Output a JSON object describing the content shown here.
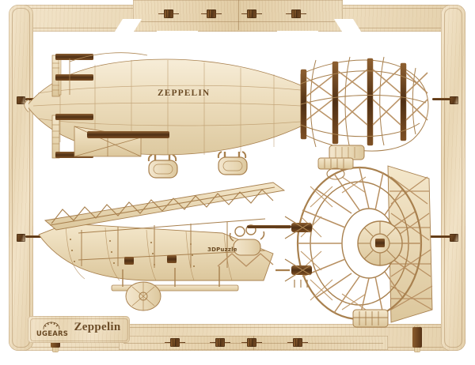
{
  "product": {
    "brand": "UGEARS",
    "model_name": "Zeppelin",
    "hull_engraving": "ZEPPELIN",
    "cabin_engraving": "3DPuzzle",
    "material": "laser-cut plywood",
    "background_color": "#ffffff"
  },
  "colors": {
    "plywood_light": "#f1e2c6",
    "plywood_mid": "#e4d0ab",
    "plywood_dark": "#dcc69c",
    "burnt_edge": "#9e7848",
    "connector_dark": "#5c3a1b",
    "engraving_text": "#6b4a25"
  },
  "frame": {
    "top_plank_tab_count": 4,
    "bottom_plank_tab_count": 4,
    "left_rail_tab_count": 2,
    "right_rail_tab_count": 2,
    "corner_style": "rounded"
  },
  "label_plate": {
    "logo_name": "UGEARS",
    "logo_icon": "gear-icon",
    "title": "Zeppelin"
  },
  "parts": [
    {
      "id": "airship-envelope",
      "label": "Zeppelin airship envelope with engraved name"
    },
    {
      "id": "airship-tail-lattice",
      "label": "Open truss tail framework"
    },
    {
      "id": "gondola",
      "label": "Passenger gondola / cabin assembly"
    },
    {
      "id": "tail-ring",
      "label": "Circular tail ring truss with radial spokes"
    }
  ]
}
